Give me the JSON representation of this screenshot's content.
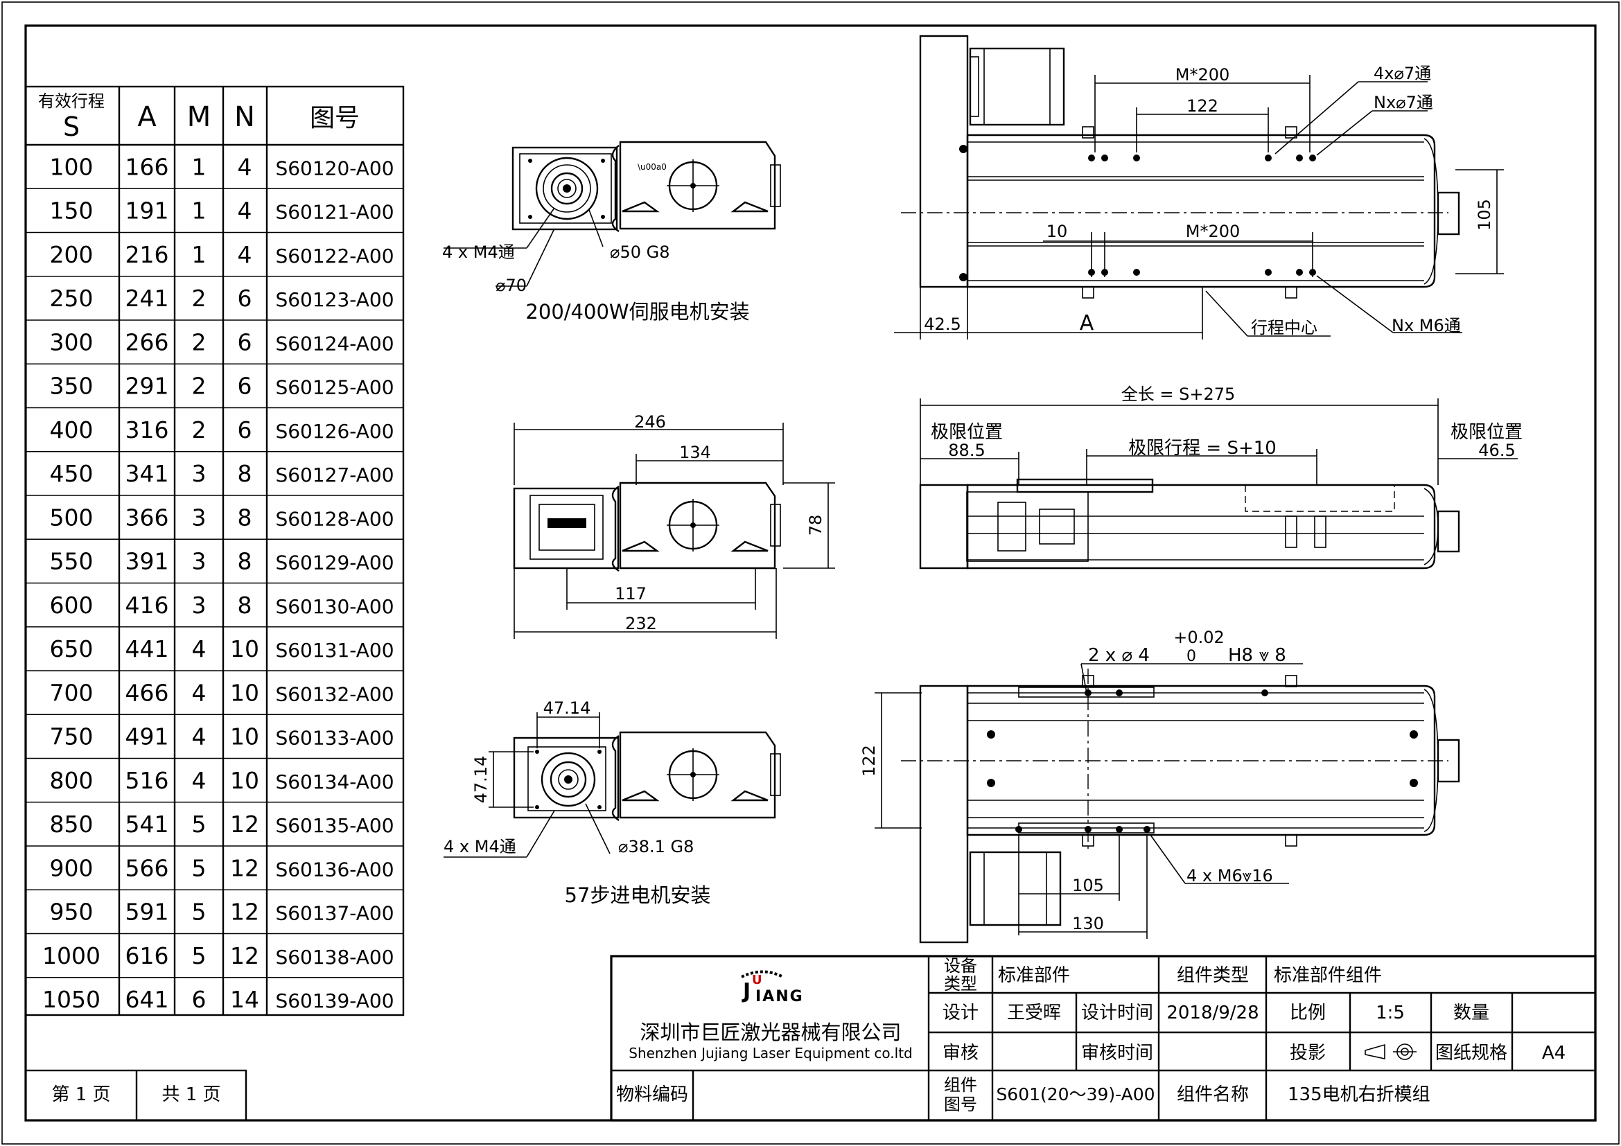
{
  "table": {
    "headers": {
      "s_top": "有效行程",
      "s_bottom": "S",
      "a": "A",
      "m": "M",
      "n": "N",
      "drawing": "图号"
    },
    "rows": [
      [
        "100",
        "166",
        "1",
        "4",
        "S60120-A00"
      ],
      [
        "150",
        "191",
        "1",
        "4",
        "S60121-A00"
      ],
      [
        "200",
        "216",
        "1",
        "4",
        "S60122-A00"
      ],
      [
        "250",
        "241",
        "2",
        "6",
        "S60123-A00"
      ],
      [
        "300",
        "266",
        "2",
        "6",
        "S60124-A00"
      ],
      [
        "350",
        "291",
        "2",
        "6",
        "S60125-A00"
      ],
      [
        "400",
        "316",
        "2",
        "6",
        "S60126-A00"
      ],
      [
        "450",
        "341",
        "3",
        "8",
        "S60127-A00"
      ],
      [
        "500",
        "366",
        "3",
        "8",
        "S60128-A00"
      ],
      [
        "550",
        "391",
        "3",
        "8",
        "S60129-A00"
      ],
      [
        "600",
        "416",
        "3",
        "8",
        "S60130-A00"
      ],
      [
        "650",
        "441",
        "4",
        "10",
        "S60131-A00"
      ],
      [
        "700",
        "466",
        "4",
        "10",
        "S60132-A00"
      ],
      [
        "750",
        "491",
        "4",
        "10",
        "S60133-A00"
      ],
      [
        "800",
        "516",
        "4",
        "10",
        "S60134-A00"
      ],
      [
        "850",
        "541",
        "5",
        "12",
        "S60135-A00"
      ],
      [
        "900",
        "566",
        "5",
        "12",
        "S60136-A00"
      ],
      [
        "950",
        "591",
        "5",
        "12",
        "S60137-A00"
      ],
      [
        "1000",
        "616",
        "5",
        "12",
        "S60138-A00"
      ],
      [
        "1050",
        "641",
        "6",
        "14",
        "S60139-A00"
      ]
    ]
  },
  "page": {
    "current": "第 1 页",
    "total": "共 1 页"
  },
  "servo_view": {
    "caption": "200/400W伺服电机安装",
    "labels": {
      "holes": "4 x M4通",
      "bore": "⌀50 G8",
      "pcd": "⌀70"
    }
  },
  "stepper_top_view": {
    "dims": {
      "d246": "246",
      "d134": "134",
      "d78": "78",
      "d117": "117",
      "d232": "232"
    }
  },
  "stepper_view": {
    "caption": "57步进电机安装",
    "labels": {
      "holes": "4 x M4通",
      "bore": "⌀38.1 G8",
      "w1": "47.14",
      "w2": "47.14"
    }
  },
  "top_view": {
    "labels": {
      "m200_top": "M*200",
      "d122": "122",
      "holes_4": "4x⌀7通",
      "holes_n": "Nx⌀7通",
      "d10": "10",
      "m200_bottom": "M*200",
      "d105": "105",
      "d42_5": "42.5",
      "a": "A",
      "travel_center": "行程中心",
      "nxm6": "Nx M6通"
    }
  },
  "side_view": {
    "labels": {
      "total": "全长 = S+275",
      "limit_left": "极限位置",
      "limit_left_val": "88.5",
      "limit_travel": "极限行程 = S+10",
      "limit_right": "极限位置",
      "limit_right_val": "46.5"
    }
  },
  "bottom_view": {
    "labels": {
      "tol": "+0.02",
      "pin": "2 x ⌀ 4",
      "pin_zero": "0",
      "pin_fit": "H8 ⩔ 8",
      "d122": "122",
      "m6": "4 x M6⩔16",
      "d105": "105",
      "d130": "130"
    }
  },
  "title_block": {
    "company_cn": "深圳市巨匠激光器械有限公司",
    "company_en": "Shenzhen Jujiang Laser Equipment co.ltd",
    "logo_text": "JUJIANG",
    "device_type_label": "设备类型",
    "device_type": "标准部件",
    "assembly_type_label": "组件类型",
    "assembly_type": "标准部件组件",
    "design_label": "设计",
    "designer": "王受晖",
    "design_time_label": "设计时间",
    "design_time": "2018/9/28",
    "scale_label": "比例",
    "scale": "1:5",
    "qty_label": "数量",
    "qty": "",
    "review_label": "审核",
    "review_time_label": "审核时间",
    "projection_label": "投影",
    "paper_label": "图纸规格",
    "paper": "A4",
    "material_label": "物料编码",
    "drawing_no_label": "组件图号",
    "drawing_no": "S601(20～39)-A00",
    "name_label": "组件名称",
    "name": "135电机右折模组"
  }
}
